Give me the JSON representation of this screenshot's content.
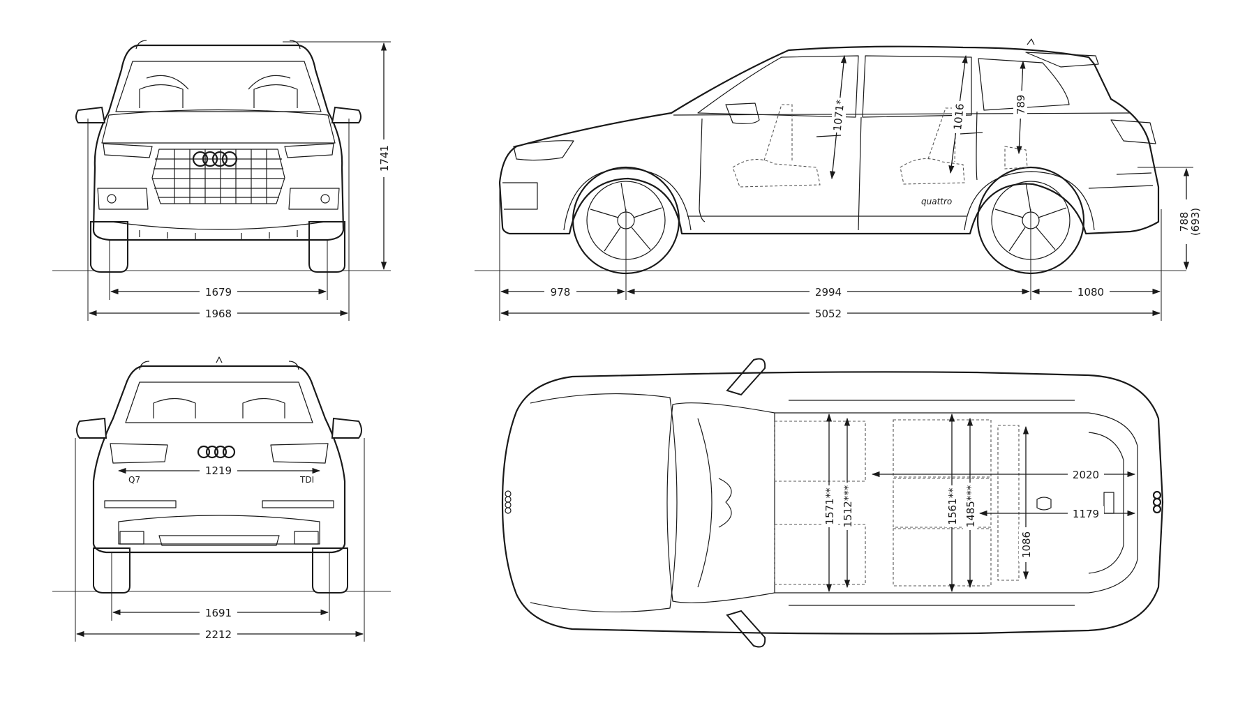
{
  "front_view": {
    "track_front": "1679",
    "width": "1968",
    "height": "1741"
  },
  "side_view": {
    "front_overhang": "978",
    "wheelbase": "2994",
    "rear_overhang": "1080",
    "length": "5052",
    "headroom_front": "1071*",
    "headroom_rear": "1016",
    "headroom_third_row": "789",
    "load_sill_height": "788",
    "load_sill_height_alt": "(693)",
    "script_badge": "quattro"
  },
  "rear_view": {
    "track_rear": "1691",
    "width_incl_mirrors": "2212",
    "trunk_opening_width": "1219",
    "model_badge": "Q7",
    "engine_badge": "TDI"
  },
  "top_view": {
    "shoulder_front": "1571**",
    "elbow_front": "1512***",
    "shoulder_rear": "1561**",
    "elbow_rear": "1485***",
    "load_length_seats_folded": "2020",
    "load_length": "1179",
    "load_width": "1086"
  }
}
